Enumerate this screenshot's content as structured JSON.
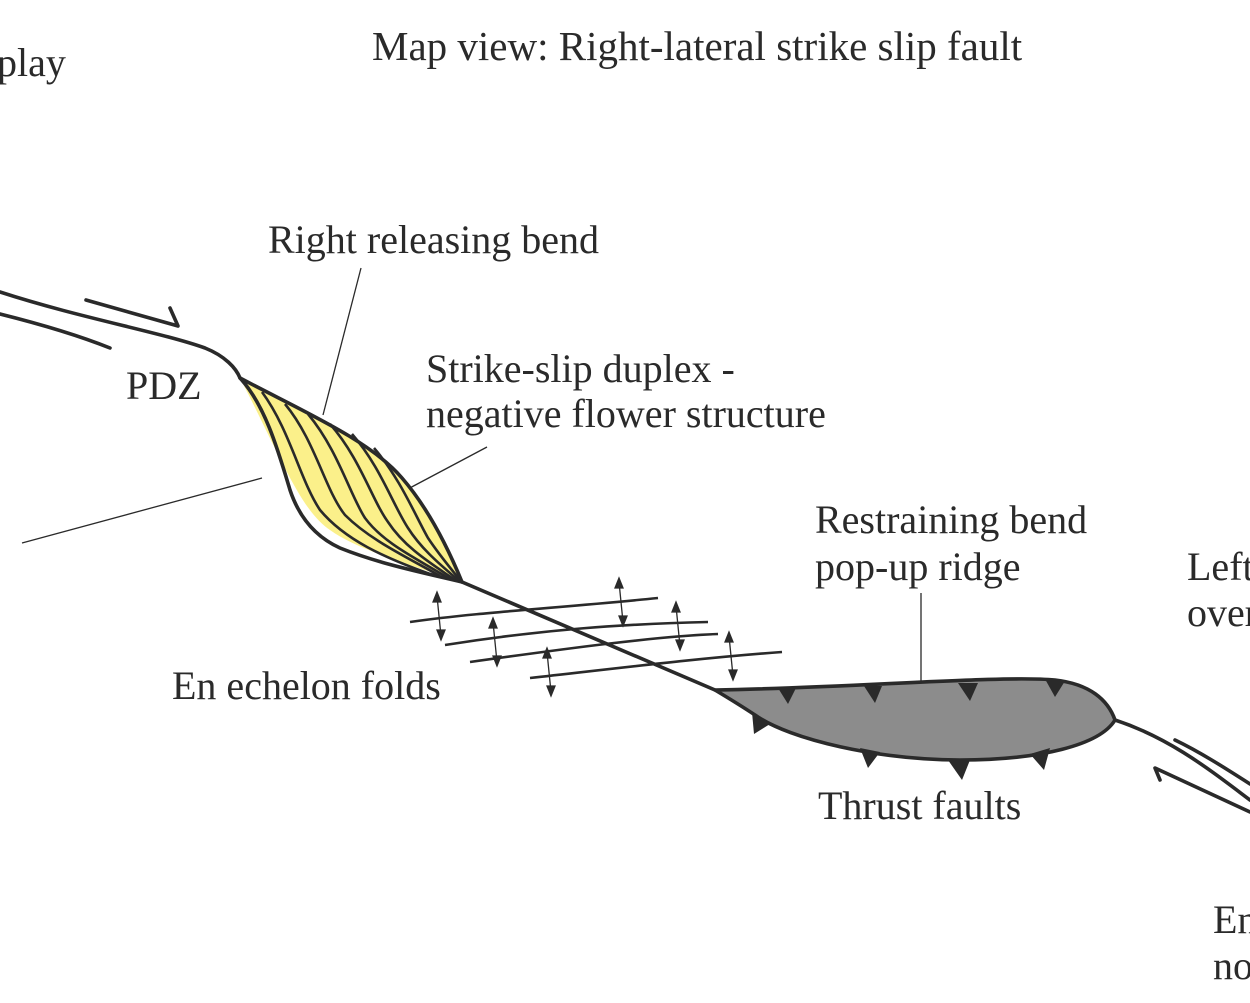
{
  "title": "Map view: Right-lateral strike slip fault",
  "labels": {
    "left_clip": "play",
    "releasing_bend": "Right releasing bend",
    "pdz": "PDZ",
    "duplex_line1": "Strike-slip duplex -",
    "duplex_line2": "negative flower structure",
    "restraining_line1": "Restraining bend",
    "restraining_line2": "pop-up ridge",
    "en_echelon": "En echelon folds",
    "thrust": "Thrust faults",
    "right_clip_1": "Left",
    "right_clip_2": "over",
    "right_clip_3": "En",
    "right_clip_4": "no"
  },
  "colors": {
    "ink": "#2a2a2a",
    "duplex_fill": "#fbf08a",
    "ridge_fill": "#8c8c8c",
    "background": "#ffffff"
  }
}
